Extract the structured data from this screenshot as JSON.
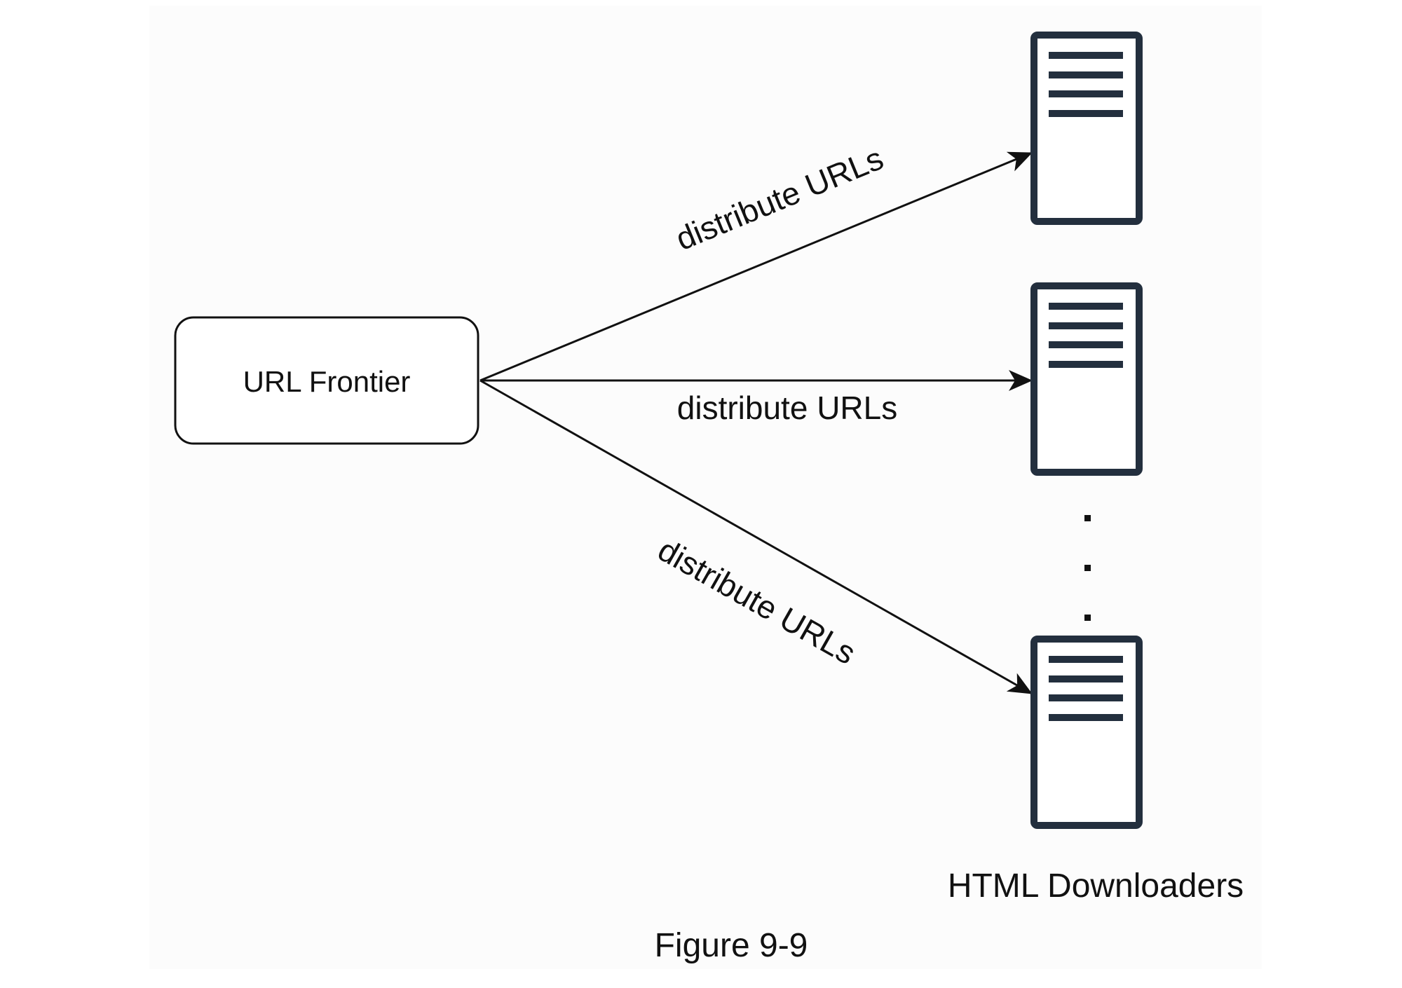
{
  "diagram": {
    "source_node": {
      "label": "URL Frontier"
    },
    "edges": [
      {
        "label": "distribute URLs",
        "target": "downloader-1"
      },
      {
        "label": "distribute URLs",
        "target": "downloader-2"
      },
      {
        "label": "distribute URLs",
        "target": "downloader-n"
      }
    ],
    "downloaders": [
      {
        "id": "downloader-1",
        "icon": "server-icon"
      },
      {
        "id": "downloader-2",
        "icon": "server-icon"
      },
      {
        "id": "downloader-n",
        "icon": "server-icon"
      }
    ],
    "ellipsis": "vertical-dots",
    "group_label": "HTML Downloaders",
    "caption": "Figure 9-9"
  },
  "colors": {
    "server": "#232f3e",
    "line": "#111111",
    "panel": "#fcfcfc"
  }
}
